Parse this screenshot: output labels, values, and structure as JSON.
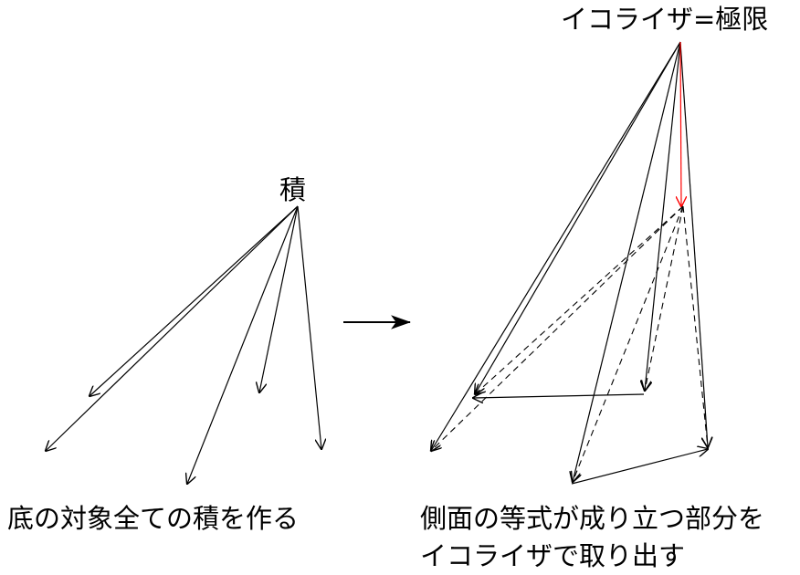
{
  "left": {
    "apex_label": "積",
    "caption": "底の対象全ての積を作る"
  },
  "right": {
    "apex_label": "イコライザ=極限",
    "caption_line1": "側面の等式が成り立つ部分を",
    "caption_line2": "イコライザで取り出す"
  },
  "colors": {
    "line": "#000000",
    "highlight": "#ff0000",
    "background": "#ffffff"
  }
}
